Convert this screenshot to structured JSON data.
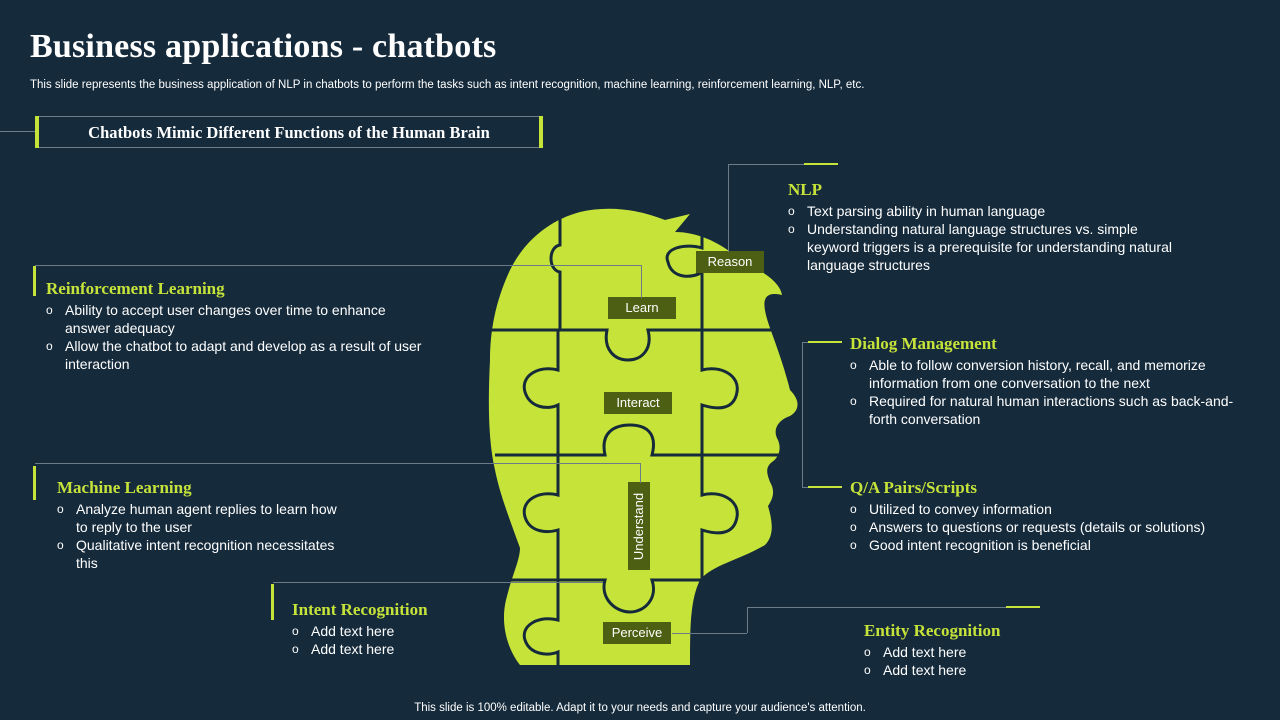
{
  "title": "Business applications - chatbots",
  "subtitle": "This slide represents the business application of NLP in chatbots to perform the tasks such as intent recognition, machine learning, reinforcement learning, NLP, etc.",
  "banner": "Chatbots Mimic Different Functions of the Human Brain",
  "head_labels": {
    "reason": "Reason",
    "learn": "Learn",
    "interact": "Interact",
    "understand": "Understand",
    "perceive": "Perceive"
  },
  "sections": {
    "nlp": {
      "title": "NLP",
      "items": [
        "Text parsing ability in human language",
        "Understanding natural language structures vs. simple keyword triggers is a prerequisite for understanding natural language structures"
      ]
    },
    "reinforcement": {
      "title": "Reinforcement Learning",
      "items": [
        "Ability to accept user changes over time to enhance answer adequacy",
        "Allow the chatbot to adapt and develop as a result of user interaction"
      ]
    },
    "dialog": {
      "title": "Dialog Management",
      "items": [
        "Able to follow conversion history, recall, and memorize information from one conversation to the next",
        "Required for natural human interactions such as back-and-forth conversation"
      ]
    },
    "machine": {
      "title": "Machine Learning",
      "items": [
        "Analyze human agent replies to learn how to reply to the user",
        "Qualitative intent recognition necessitates this"
      ]
    },
    "qa": {
      "title": "Q/A Pairs/Scripts",
      "items": [
        "Utilized to convey information",
        "Answers to questions or requests (details or solutions)",
        "Good intent recognition is beneficial"
      ]
    },
    "intent": {
      "title": "Intent Recognition",
      "items": [
        "Add text here",
        "Add text here"
      ]
    },
    "entity": {
      "title": "Entity Recognition",
      "items": [
        "Add text here",
        "Add text here"
      ]
    }
  },
  "bullet_glyph": "o",
  "footer": "This slide is 100% editable. Adapt it to your needs and capture your audience's attention.",
  "colors": {
    "background": "#152a3b",
    "accent": "#c6e33a",
    "label_bg": "#4d5f12"
  }
}
